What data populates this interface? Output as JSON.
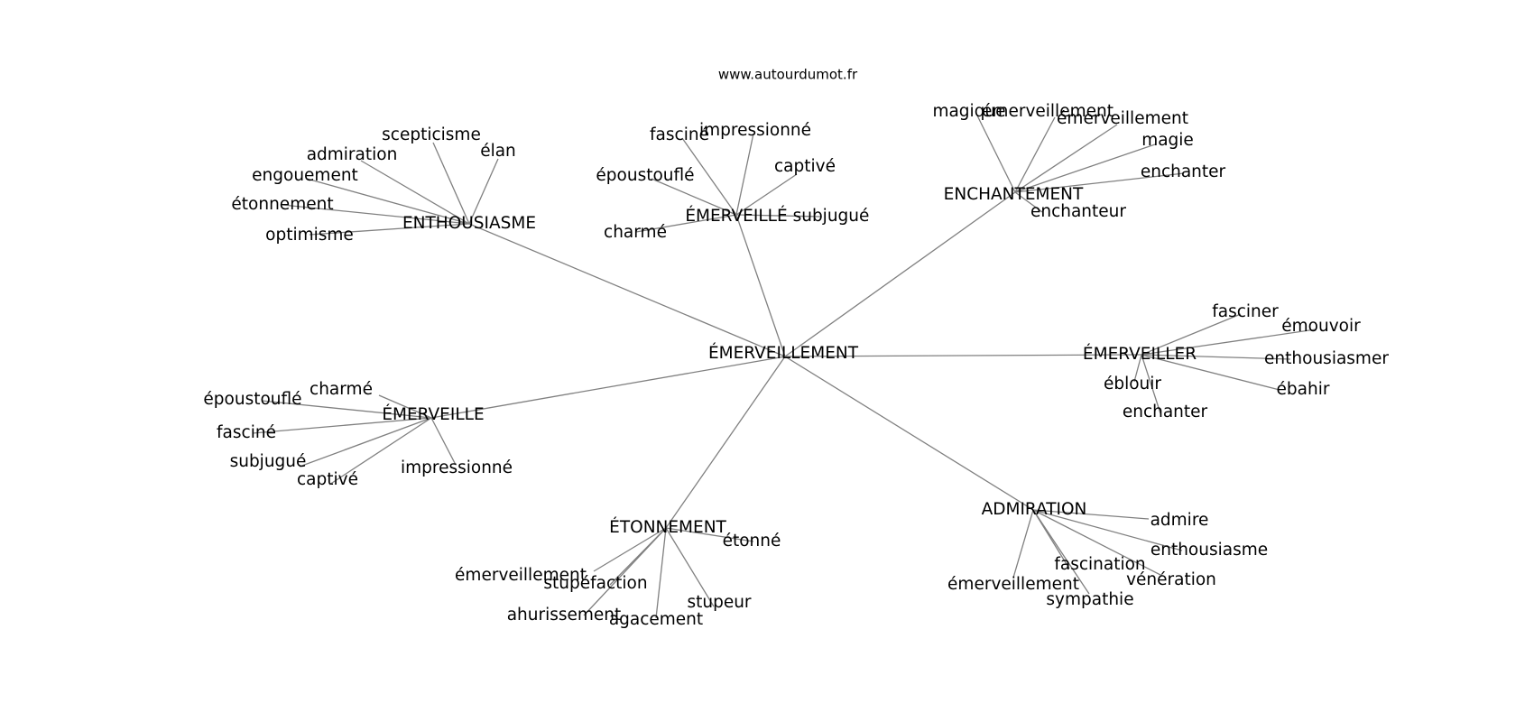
{
  "source": "www.autourdumot.fr",
  "graph": {
    "center": "ÉMERVEILLEMENT",
    "branches": [
      {
        "label": "ENTHOUSIASME",
        "children": [
          "scepticisme",
          "élan",
          "admiration",
          "engouement",
          "étonnement",
          "optimisme"
        ]
      },
      {
        "label": "ÉMERVEILLÉ",
        "children": [
          "fasciné",
          "impressionné",
          "époustouflé",
          "captivé",
          "charmé",
          "subjugué"
        ]
      },
      {
        "label": "ENCHANTEMENT",
        "children": [
          "magique",
          "émerveillement",
          "émerveillement",
          "magie",
          "enchanter",
          "enchanteur"
        ]
      },
      {
        "label": "ÉMERVEILLER",
        "children": [
          "fasciner",
          "émouvoir",
          "enthousiasmer",
          "ébahir",
          "éblouir",
          "enchanter"
        ]
      },
      {
        "label": "ÉMERVEILLE",
        "children": [
          "charmé",
          "époustouflé",
          "fasciné",
          "subjugué",
          "captivé",
          "impressionné"
        ]
      },
      {
        "label": "ÉTONNEMENT",
        "children": [
          "étonné",
          "émerveillement",
          "stupéfaction",
          "ahurissement",
          "agacement",
          "stupeur"
        ]
      },
      {
        "label": "ADMIRATION",
        "children": [
          "admire",
          "enthousiasme",
          "fascination",
          "vénération",
          "émerveillement",
          "sympathie"
        ]
      }
    ]
  }
}
